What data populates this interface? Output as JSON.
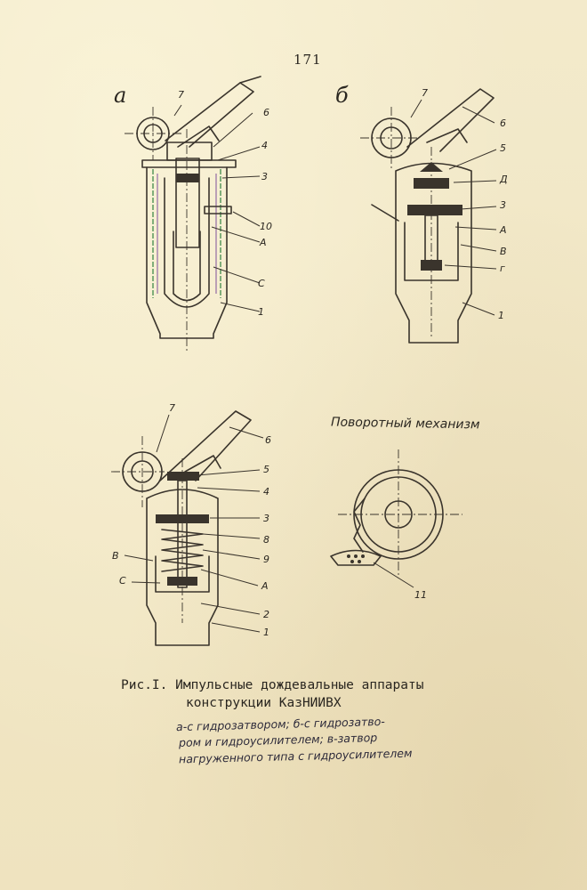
{
  "page": {
    "number": "171",
    "colors": {
      "paper": "#f1e7c6",
      "ink": "#3a342c",
      "green_lines": "#3f8a4a",
      "purple_lines": "#8a5fa0"
    }
  },
  "figure_a": {
    "label": "а",
    "callouts": [
      "7",
      "6",
      "4",
      "3",
      "10",
      "A",
      "C",
      "1"
    ]
  },
  "figure_b": {
    "label": "б",
    "callouts": [
      "7",
      "6",
      "5",
      "Д",
      "3",
      "A",
      "B",
      "г",
      "1"
    ]
  },
  "figure_c": {
    "callouts": [
      "7",
      "6",
      "5",
      "4",
      "3",
      "8",
      "9",
      "B",
      "C",
      "A",
      "2",
      "1"
    ]
  },
  "rotary_mechanism": {
    "title": "Поворотный механизм",
    "callouts": [
      "11"
    ]
  },
  "caption": {
    "line1": "Рис.I. Импульсные дождевальные аппараты",
    "line2": "конструкции КазНИИВХ",
    "handwritten": [
      "а-с гидрозатвором; б-с гидрозатво-",
      "ром и гидроусилителем; в-затвор",
      "нагруженного типа с гидроусилителем"
    ]
  }
}
